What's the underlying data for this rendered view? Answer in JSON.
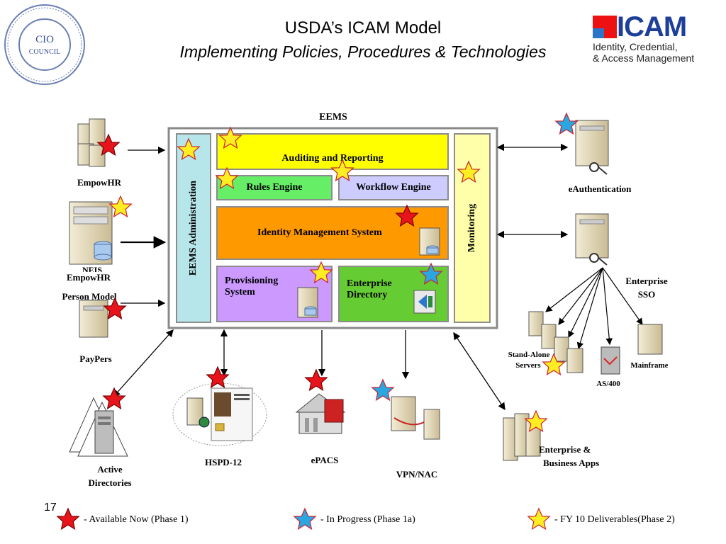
{
  "header": {
    "title": "USDA’s ICAM Model",
    "subtitle": "Implementing Policies, Procedures & Technologies",
    "seal_text": "CIO COUNCIL",
    "logo_text": "ICAM",
    "logo_tagline_1": "Identity, Credential,",
    "logo_tagline_2": "& Access Management"
  },
  "eems": {
    "label": "EEMS",
    "administration": "EEMS Administration",
    "monitoring": "Monitoring",
    "auditing": "Auditing and Reporting",
    "rules": "Rules Engine",
    "workflow": "Workflow Engine",
    "ims": "Identity Management System",
    "provisioning_1": "Provisioning",
    "provisioning_2": "System",
    "directory_1": "Enterprise",
    "directory_2": "Directory"
  },
  "systems": {
    "empowhr": "EmpowHR",
    "empowhr2": "EmpowHR",
    "person_model": "Person Model",
    "neis_fragment": "NEIS",
    "paypers": "PayPers",
    "active_dir_1": "Active",
    "active_dir_2": "Directories",
    "hspd": "HSPD-12",
    "epacs": "ePACS",
    "vpn": "VPN/NAC",
    "eauth": "eAuthentication",
    "sso_1": "Enterprise",
    "sso_2": "SSO",
    "standalone_1": "Stand-Alone",
    "standalone_2": "Servers",
    "mainframe": "Mainframe",
    "as400": "AS/400",
    "ent_apps_1": "Enterprise &",
    "ent_apps_2": "Business Apps"
  },
  "legend": {
    "page_number": "17",
    "red": "- Available Now (Phase 1)",
    "blue": "- In Progress (Phase 1a)",
    "yellow": "- FY 10 Deliverables(Phase 2)"
  },
  "colors": {
    "auditing": "#ffff00",
    "rules": "#66ee66",
    "workflow": "#ccccff",
    "ims": "#ff9900",
    "provisioning": "#cc99ff",
    "directory": "#66cc33",
    "administration": "#b7e6ea",
    "monitoring": "#ffffaa",
    "star_red": "#e8141c",
    "star_blue": "#2aa6e0",
    "star_yellow": "#ffee22"
  }
}
